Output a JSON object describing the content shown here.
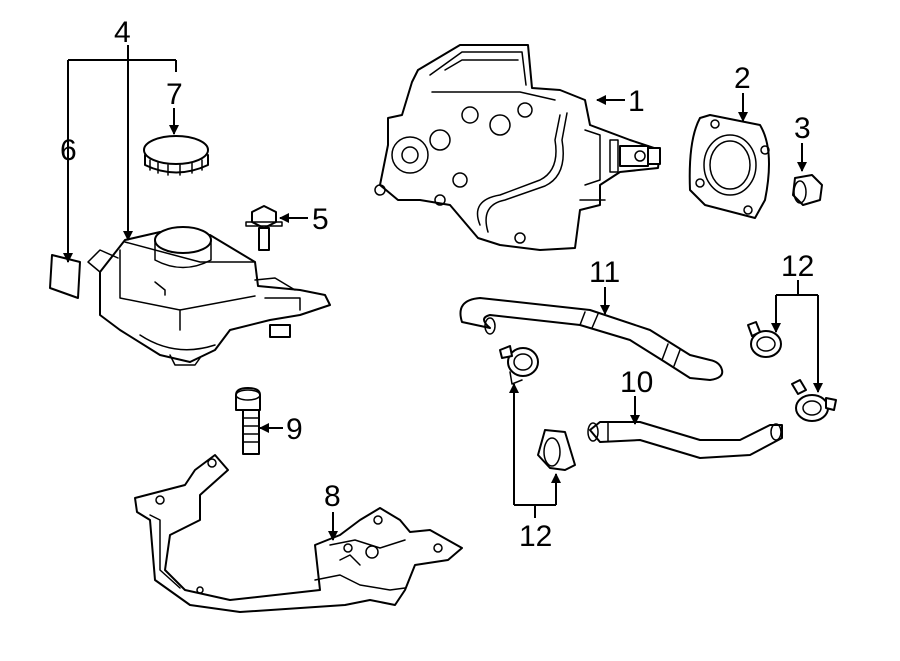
{
  "callouts": {
    "c1": "1",
    "c2": "2",
    "c3": "3",
    "c4": "4",
    "c5": "5",
    "c6": "6",
    "c7": "7",
    "c8": "8",
    "c9": "9",
    "c10": "10",
    "c11": "11",
    "c12a": "12",
    "c12b": "12"
  },
  "colors": {
    "line": "#000000",
    "background": "#ffffff"
  }
}
